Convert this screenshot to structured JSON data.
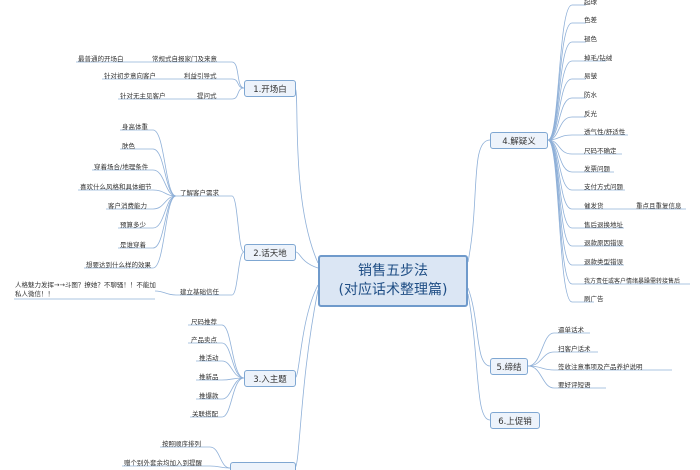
{
  "root": {
    "line1": "销售五步法",
    "line2": "(对应话术整理篇)"
  },
  "topics": {
    "t1": "1.开场白",
    "t2": "2.话天地",
    "t3": "3.入主题",
    "t4": "4.解疑义",
    "t5": "5.缔结",
    "t6": "6.上促销",
    "t7": ""
  },
  "t1": {
    "children": [
      "常规式自报家门及来意",
      "利益引导式",
      "提问式"
    ],
    "details": [
      "最普通的开场白",
      "针对初步意向客户",
      "针对无主见客户"
    ]
  },
  "t2": {
    "group1": "了解客户需求",
    "needs": [
      "身高体重",
      "肤色",
      "穿着场合/地理条件",
      "喜欢什么风格和具体细节",
      "客户消费能力",
      "预算多少",
      "是谁穿着",
      "想要达到什么样的效果"
    ],
    "group2": "建立基础信任",
    "trust": "人格魅力发挥→→斗图？撩她？不聊骚！！不能加私人微信！！"
  },
  "t3": {
    "items": [
      "尺码推荐",
      "产品卖点",
      "推活动",
      "推新品",
      "推爆款",
      "关联搭配"
    ]
  },
  "t4": {
    "items": [
      "起球",
      "色差",
      "褪色",
      "掉毛/钻绒",
      "易皱",
      "防水",
      "反光",
      "透气性/舒适性",
      "尺码不确定",
      "发票问题",
      "支付方式问题",
      "催发货",
      "售后退换地址",
      "退款原因错误",
      "退款类型错误",
      "我方责任或客户情绪暴躁需转接售后",
      "刷广告"
    ],
    "note": "重点且重复信息"
  },
  "t5": {
    "items": [
      "逼单话术",
      "扫客户话术",
      "签收注意事项及产品养护说明",
      "要好评短语"
    ]
  },
  "t7": {
    "items": [
      "按照顺序排列",
      "赠个别外套余均加入到提醒"
    ]
  }
}
